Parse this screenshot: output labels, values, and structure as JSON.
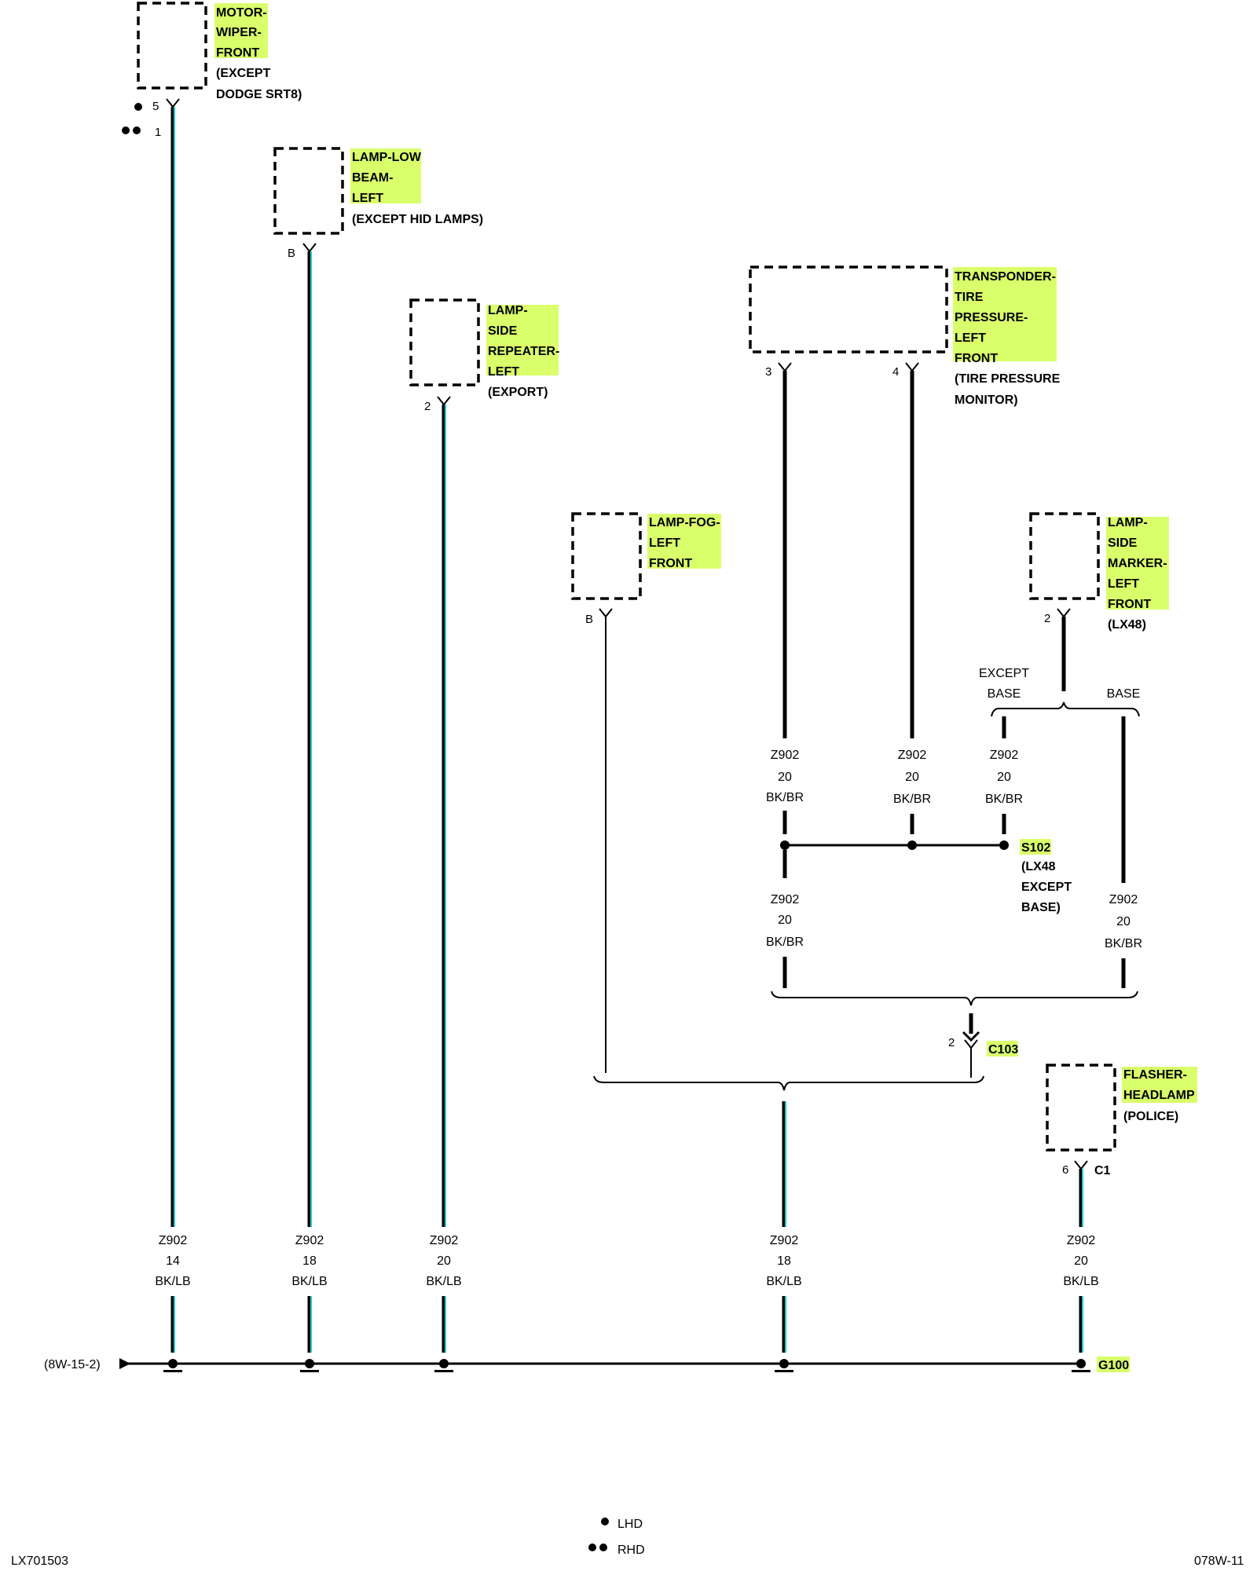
{
  "components": [
    {
      "id": "motor-wiper",
      "lines": [
        "MOTOR-",
        "WIPER-",
        "FRONT"
      ],
      "notes": [
        "(EXCEPT",
        "DODGE SRT8)"
      ],
      "pin_top": "5",
      "pin_bottom": "1"
    },
    {
      "id": "lamp-low-beam",
      "lines": [
        "LAMP-LOW",
        "BEAM-",
        "LEFT"
      ],
      "notes": [
        "(EXCEPT HID LAMPS)"
      ],
      "pin": "B"
    },
    {
      "id": "lamp-side-repeater",
      "lines": [
        "LAMP-",
        "SIDE",
        "REPEATER-",
        "LEFT"
      ],
      "notes": [
        "(EXPORT)"
      ],
      "pin": "2"
    },
    {
      "id": "transponder",
      "lines": [
        "TRANSPONDER-",
        "TIRE",
        "PRESSURE-",
        "LEFT",
        "FRONT"
      ],
      "notes": [
        "(TIRE PRESSURE",
        "MONITOR)"
      ],
      "pin_a": "3",
      "pin_b": "4"
    },
    {
      "id": "lamp-fog",
      "lines": [
        "LAMP-FOG-",
        "LEFT",
        "FRONT"
      ],
      "notes": [],
      "pin": "B"
    },
    {
      "id": "lamp-side-marker",
      "lines": [
        "LAMP-",
        "SIDE",
        "MARKER-",
        "LEFT",
        "FRONT"
      ],
      "notes": [
        "(LX48)"
      ],
      "pin": "2"
    },
    {
      "id": "flasher-headlamp",
      "lines": [
        "FLASHER-",
        "HEADLAMP"
      ],
      "notes": [
        "(POLICE)"
      ],
      "pin": "6",
      "connector": "C1"
    }
  ],
  "wires": {
    "w1": [
      "Z902",
      "14",
      "BK/LB"
    ],
    "w2": [
      "Z902",
      "18",
      "BK/LB"
    ],
    "w3": [
      "Z902",
      "20",
      "BK/LB"
    ],
    "w4": [
      "Z902",
      "18",
      "BK/LB"
    ],
    "w5": [
      "Z902",
      "20",
      "BK/LB"
    ],
    "t3": [
      "Z902",
      "20",
      "BK/BR"
    ],
    "t4": [
      "Z902",
      "20",
      "BK/BR"
    ],
    "eb": [
      "Z902",
      "20",
      "BK/BR"
    ],
    "sp": [
      "Z902",
      "20",
      "BK/BR"
    ],
    "base": [
      "Z902",
      "20",
      "BK/BR"
    ]
  },
  "branch": {
    "except_base": [
      "EXCEPT",
      "BASE"
    ],
    "base": "BASE"
  },
  "splice": {
    "name": "S102",
    "notes": [
      "(LX48",
      "EXCEPT",
      "BASE)"
    ]
  },
  "connector_c103": {
    "name": "C103",
    "pin": "2"
  },
  "ground": {
    "name": "G100",
    "ref": "(8W-15-2)"
  },
  "legend": {
    "lhd": "LHD",
    "rhd": "RHD"
  },
  "footer": {
    "left": "LX701503",
    "right": "078W-11"
  },
  "colors": {
    "highlight": "#d9ff6b",
    "wire_tracer": "#1fc8c8"
  }
}
